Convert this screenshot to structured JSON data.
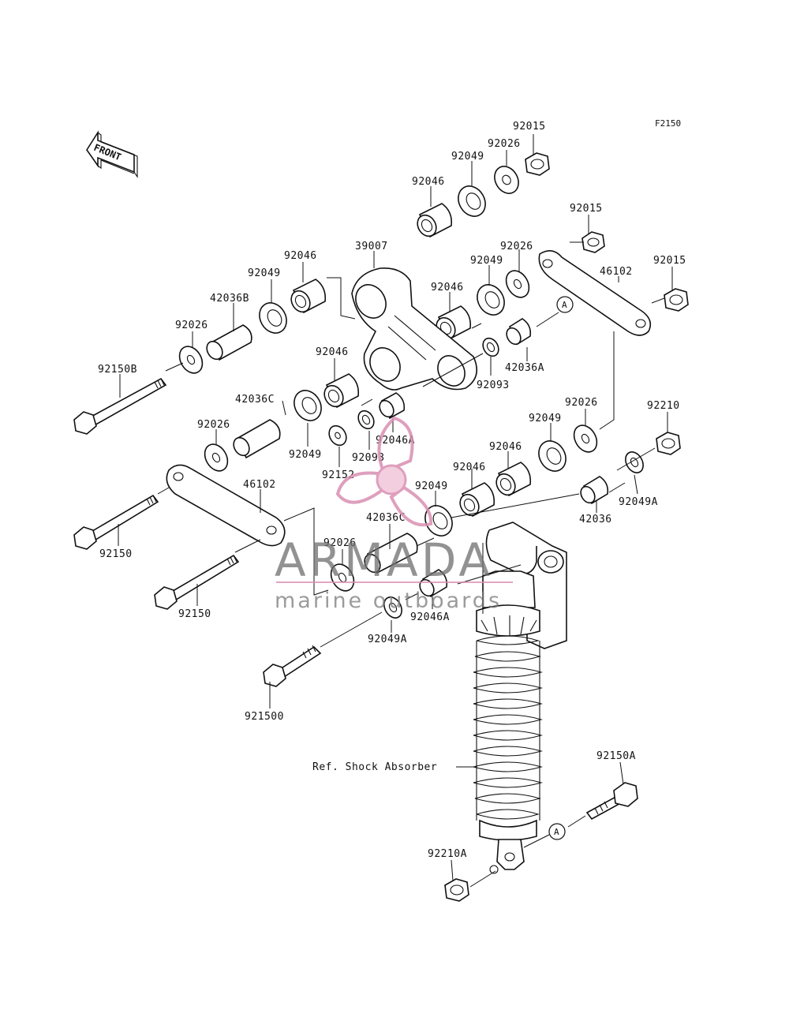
{
  "figure_code": "F2150",
  "front_label": "FRONT",
  "labels": {
    "l1": "92015",
    "l2": "92026",
    "l3": "92049",
    "l4": "92046",
    "l5": "92015",
    "l6": "92026",
    "l7": "92049",
    "l8": "92046",
    "l9": "92015",
    "l10": "46102",
    "l11": "39007",
    "l12": "92046",
    "l13": "92049",
    "l14": "42036B",
    "l15": "92026",
    "l16": "92150B",
    "l17": "42036A",
    "l18": "92093",
    "l19": "92046",
    "l20": "42036C",
    "l21": "92026",
    "l22": "92049",
    "l23": "92046A",
    "l24": "92093",
    "l25": "92152",
    "l26": "92049",
    "l27": "92026",
    "l28": "92210",
    "l29": "92046",
    "l30": "92046",
    "l31": "92049A",
    "l32": "46102",
    "l33": "92049",
    "l34": "42036C",
    "l35": "42036",
    "l36": "92150",
    "l37": "92026",
    "l38": "92150",
    "l39": "92046A",
    "l40": "92049A",
    "l41": "921500",
    "l42": "Ref. Shock Absorber",
    "l43": "92150A",
    "l44": "92210A"
  },
  "ref_marks": {
    "top": "A",
    "bottom": "A"
  },
  "watermark": {
    "brand": "ARMADA",
    "tagline": "marine outboards",
    "logo_color": "#d98fb2",
    "text_color": "#6d6d6d"
  }
}
